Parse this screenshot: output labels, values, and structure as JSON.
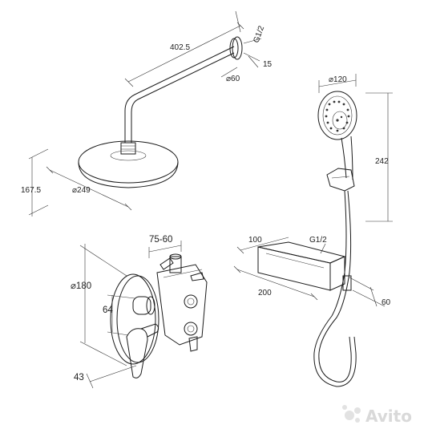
{
  "labels": {
    "arm_length": "402.5",
    "arm_thread": "G1/2",
    "arm_depth": "15",
    "flange_dia": "⌀60",
    "shower_height": "167.5",
    "head_dia": "⌀249",
    "hand_dia": "⌀120",
    "hand_height": "242",
    "body_depth": "75-60",
    "plate_dia": "⌀180",
    "knob_offset": "64",
    "handle_offset": "43",
    "shelf_width": "100",
    "shelf_thread": "G1/2",
    "shelf_length": "200",
    "shelf_height": "60"
  },
  "watermark": "Avito"
}
